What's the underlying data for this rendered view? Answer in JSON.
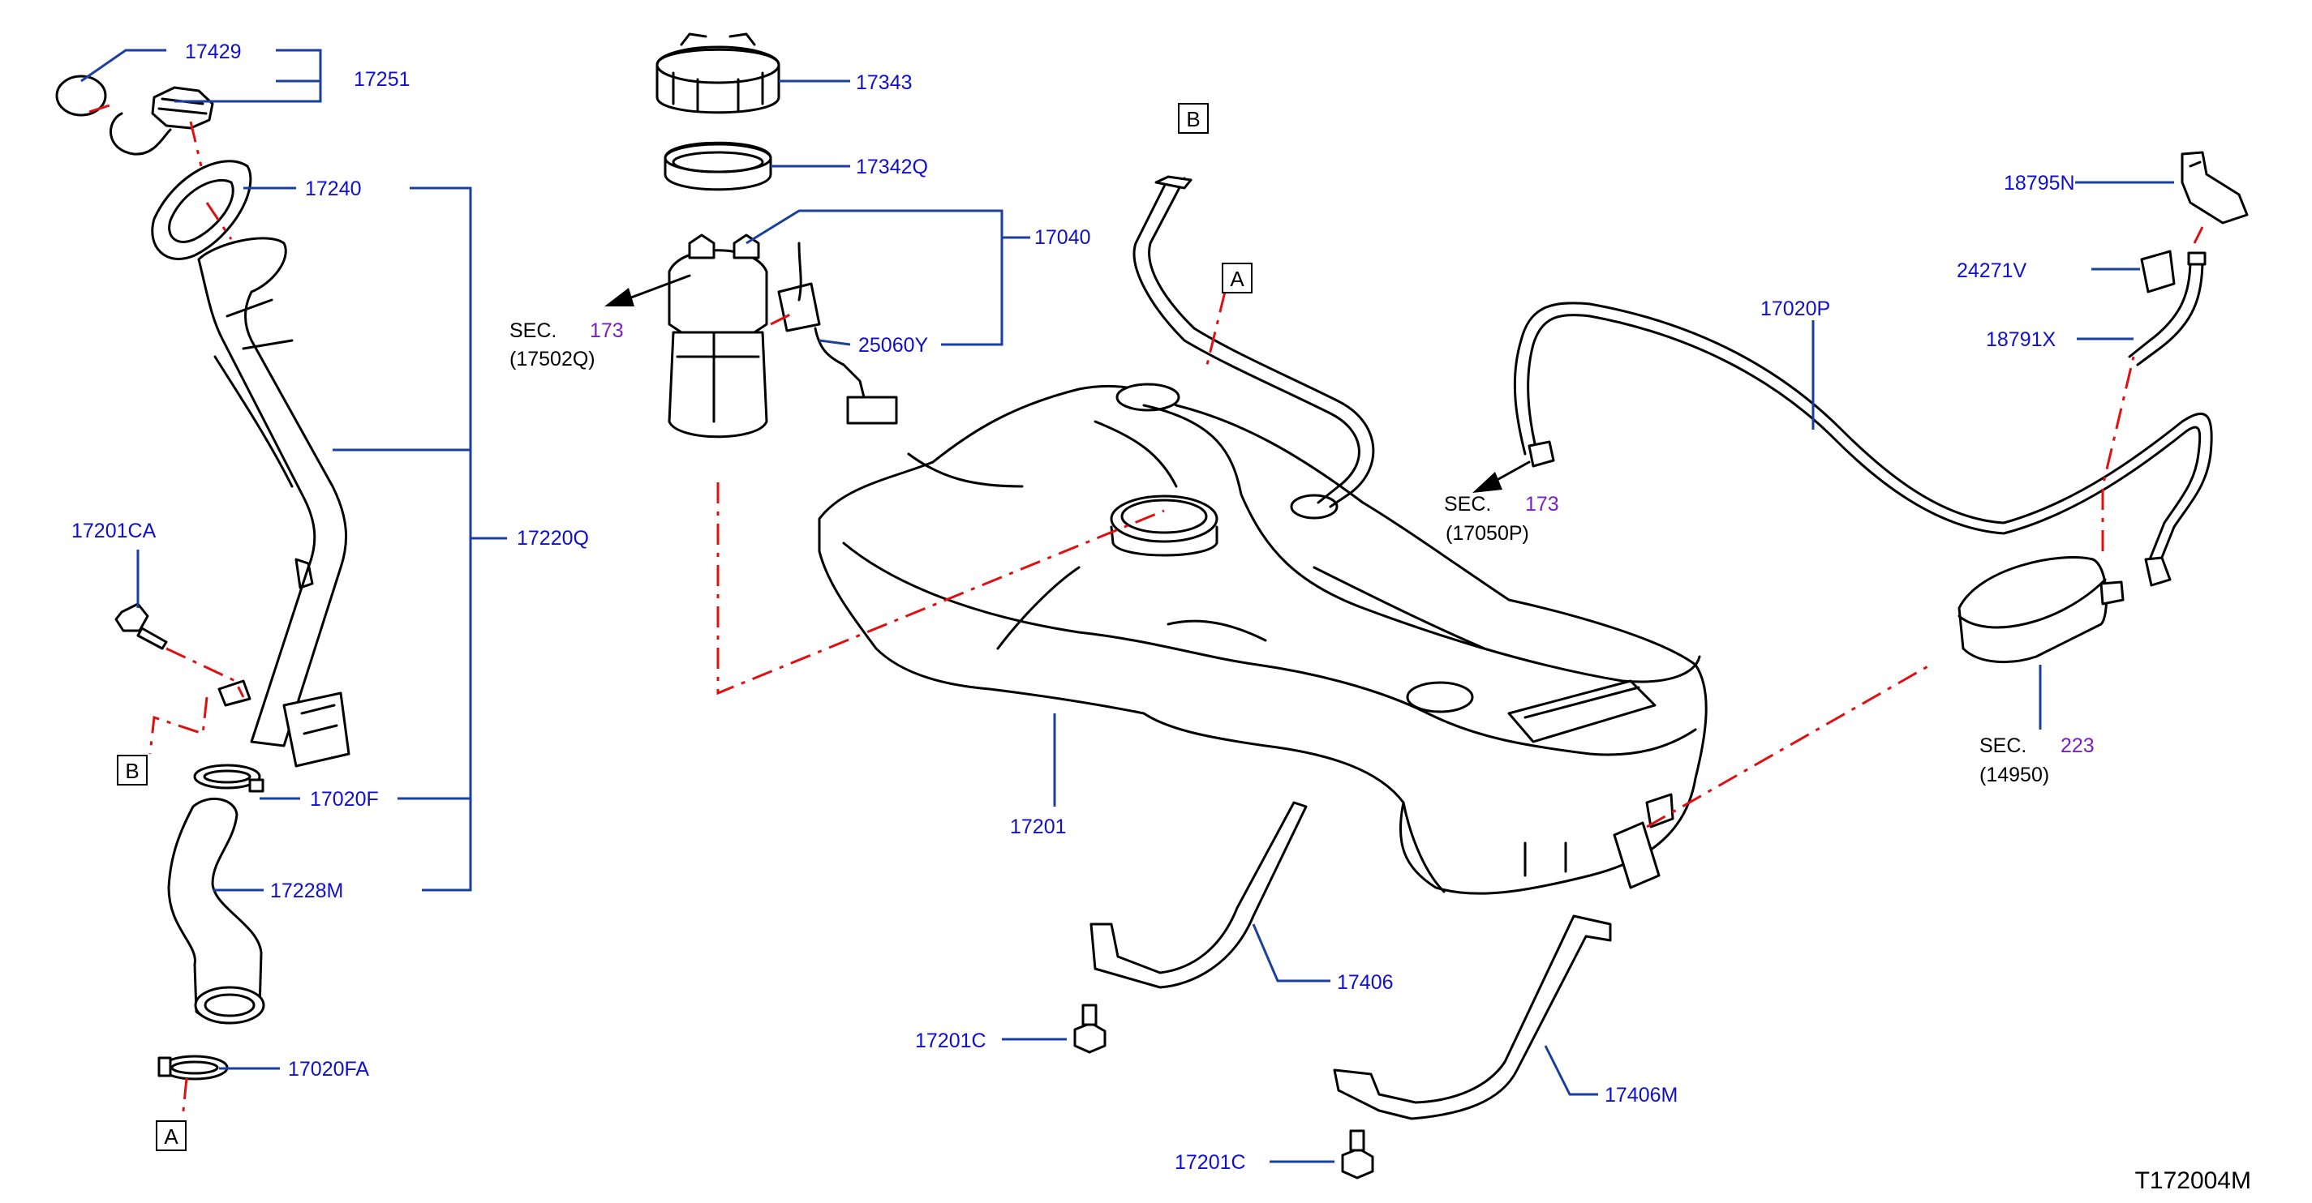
{
  "part_labels": {
    "p17429": "17429",
    "p17251": "17251",
    "p17240": "17240",
    "p17220Q": "17220Q",
    "p17201CA": "17201CA",
    "p17020F": "17020F",
    "p17228M": "17228M",
    "p17020FA": "17020FA",
    "p17343": "17343",
    "p17342Q": "17342Q",
    "p17040": "17040",
    "p25060Y": "25060Y",
    "p17201": "17201",
    "p17406": "17406",
    "p17201C_a": "17201C",
    "p17406M": "17406M",
    "p17201C_b": "17201C",
    "p17020P": "17020P",
    "p18795N": "18795N",
    "p24271V": "24271V",
    "p18791X": "18791X"
  },
  "section_refs": {
    "sec_a": {
      "prefix": "SEC.",
      "number": "173",
      "code": "(17502Q)"
    },
    "sec_b": {
      "prefix": "SEC.",
      "number": "173",
      "code": "(17050P)"
    },
    "sec_c": {
      "prefix": "SEC.",
      "number": "223",
      "code": "(14950)"
    }
  },
  "connector_boxes": {
    "b_top": "B",
    "a_top": "A",
    "b_left": "B",
    "a_bottom": "A"
  },
  "diagram_ref": "T172004M",
  "colors": {
    "label": "#1010c8",
    "leader": "#1a3fa0",
    "centerline": "#e01010",
    "section_number": "#7a1fc4"
  }
}
